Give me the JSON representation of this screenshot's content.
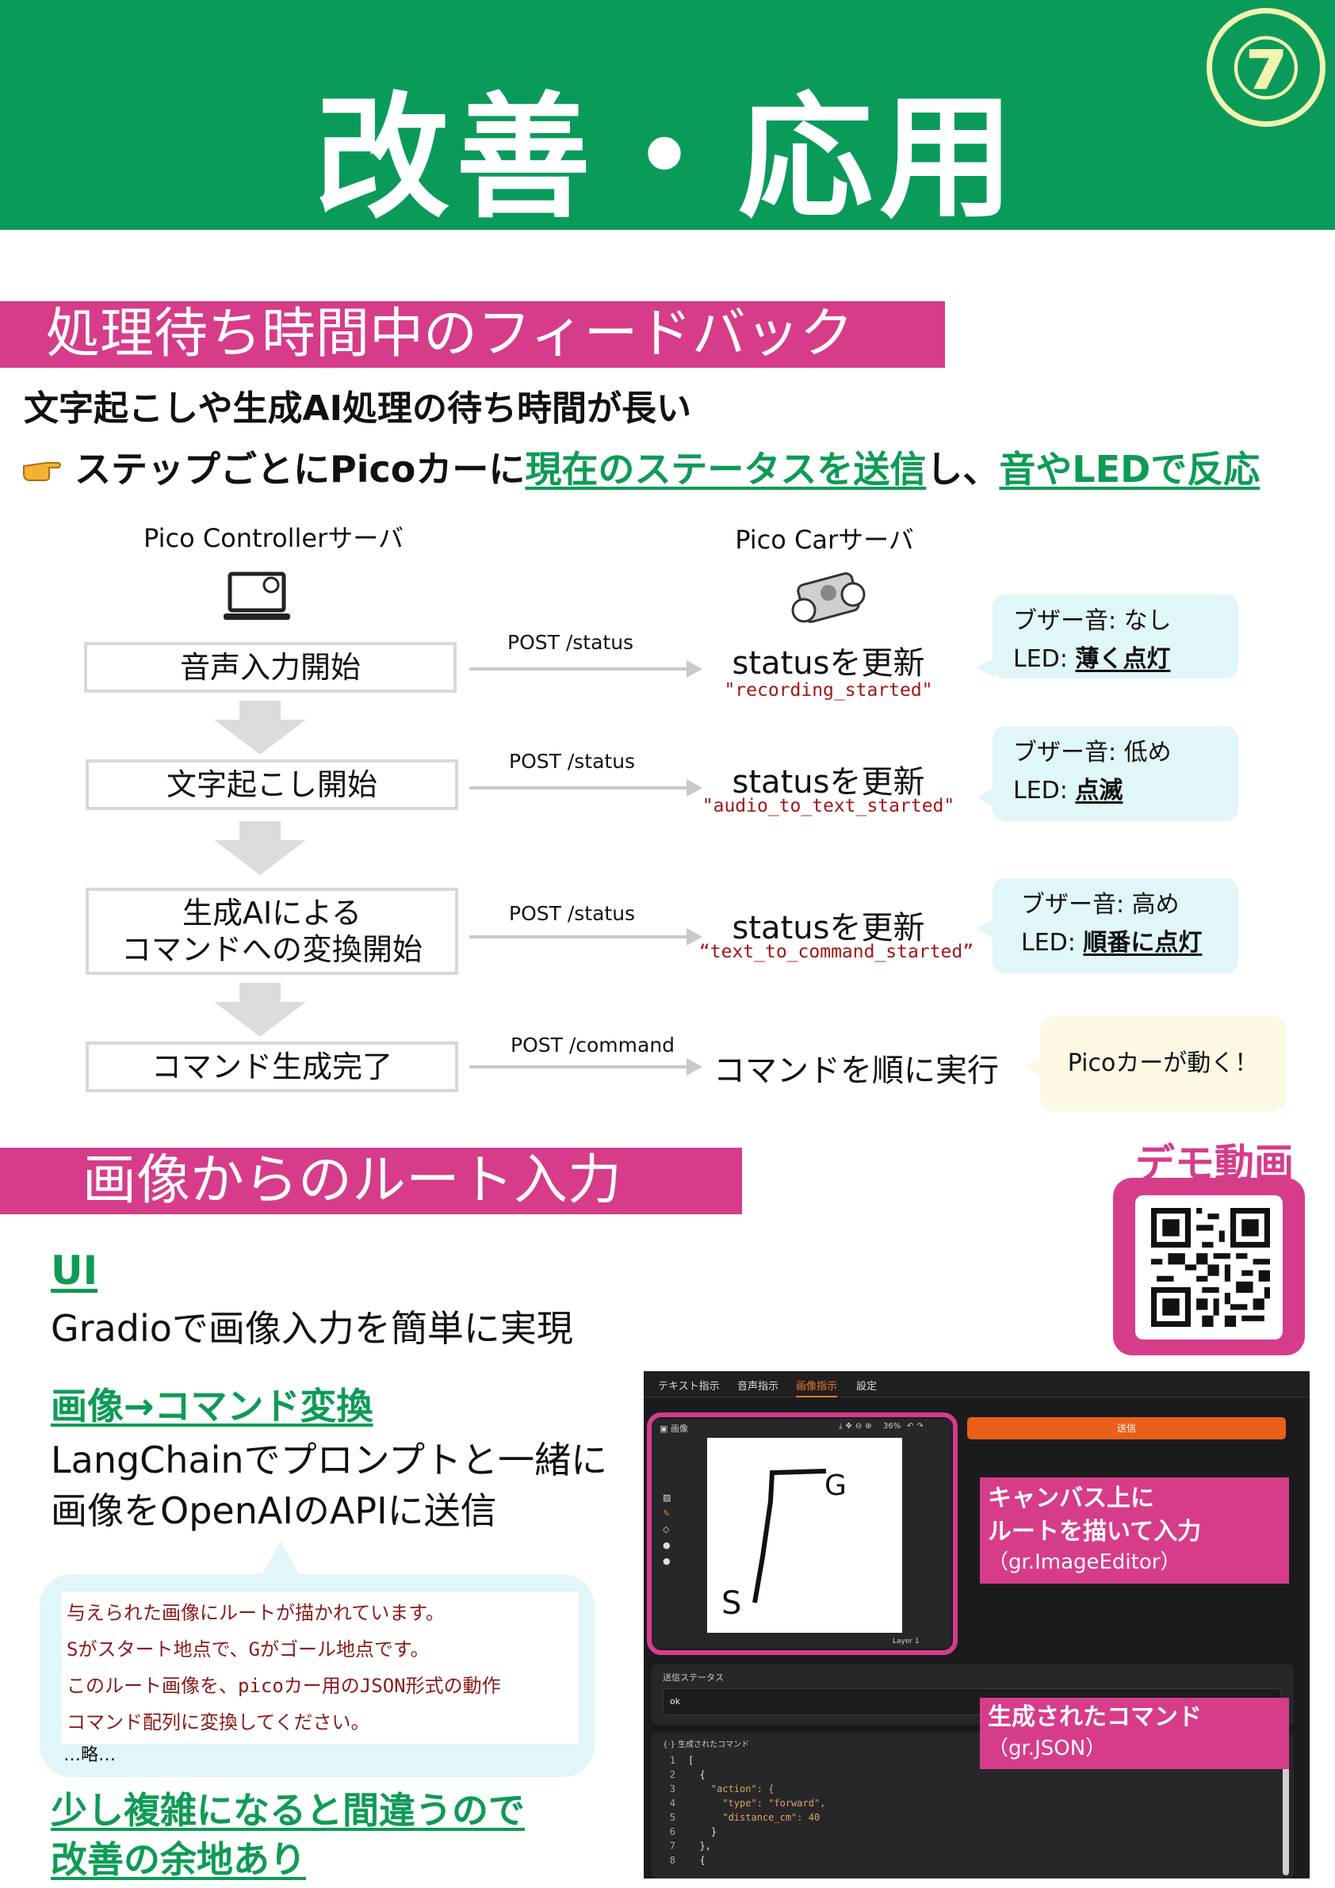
{
  "header": {
    "title": "改善・応用",
    "number": "⑦"
  },
  "section1": {
    "heading": "処理待ち時間中のフィードバック",
    "line1": "文字起こしや生成AI処理の待ち時間が長い",
    "line2_prefix": "ステップごとにPicoカーに",
    "line2_link1": "現在のステータスを送信",
    "line2_mid": "し、",
    "line2_link2": "音やLEDで反応",
    "controller_label": "Pico Controllerサーバ",
    "car_label": "Pico Carサーバ",
    "steps": [
      {
        "box_line1": "音声入力開始",
        "box_line2": "",
        "post": "POST /status",
        "status": "statusを更新",
        "code": "\"recording_started\"",
        "bubble_line1": "ブザー音: なし",
        "bubble_led_prefix": "LED: ",
        "bubble_led": "薄く点灯"
      },
      {
        "box_line1": "文字起こし開始",
        "box_line2": "",
        "post": "POST /status",
        "status": "statusを更新",
        "code": "\"audio_to_text_started\"",
        "bubble_line1": "ブザー音: 低め",
        "bubble_led_prefix": "LED: ",
        "bubble_led": "点滅"
      },
      {
        "box_line1": "生成AIによる",
        "box_line2": "コマンドへの変換開始",
        "post": "POST /status",
        "status": "statusを更新",
        "code": "“text_to_command_started”",
        "bubble_line1": "ブザー音: 高め",
        "bubble_led_prefix": "LED: ",
        "bubble_led": "順番に点灯"
      },
      {
        "box_line1": "コマンド生成完了",
        "box_line2": "",
        "post": "POST /command",
        "status": "コマンドを順に実行",
        "code": "",
        "bubble_line1": "Picoカーが動く！",
        "bubble_led_prefix": "",
        "bubble_led": ""
      }
    ]
  },
  "section2": {
    "heading": "画像からのルート入力",
    "demo_label": "デモ動画",
    "ui_title": "UI",
    "ui_text": "Gradioで画像入力を簡単に実現",
    "conv_title": "画像→コマンド変換",
    "conv_text1": "LangChainでプロンプトと一緒に",
    "conv_text2": "画像をOpenAIのAPIに送信",
    "prompt_lines": [
      "与えられた画像にルートが描かれています。",
      "Sがスタート地点で、Gがゴール地点です。",
      "このルート画像を、picoカー用のJSON形式の動作",
      "コマンド配列に変換してください。"
    ],
    "prompt_more": "…略…",
    "footer1": "少し複雑になると間違うので",
    "footer2": "改善の余地あり"
  },
  "screenshot": {
    "tabs": [
      "テキスト指示",
      "音声指示",
      "画像指示",
      "設定"
    ],
    "active_tab": 2,
    "image_label": "画像",
    "zoom": "36%",
    "layer_label": "Layer 1",
    "send_button": "送信",
    "callout1_line1": "キャンバス上に",
    "callout1_line2": "ルートを描いて入力",
    "callout1_line3": "（gr.ImageEditor）",
    "status_label": "送信ステータス",
    "status_value": "ok",
    "json_label": "生成されたコマンド",
    "callout2_line1": "生成されたコマンド",
    "callout2_line2": "（gr.JSON）",
    "json_lines": [
      "[",
      "  {",
      "    \"action\": {",
      "      \"type\": \"forward\",",
      "      \"distance_cm\": 40",
      "    }",
      "  },",
      "  {"
    ],
    "json_line_numbers": [
      "1",
      "2",
      "3",
      "4",
      "5",
      "6",
      "7",
      "8"
    ],
    "route_start": "S",
    "route_goal": "G"
  }
}
